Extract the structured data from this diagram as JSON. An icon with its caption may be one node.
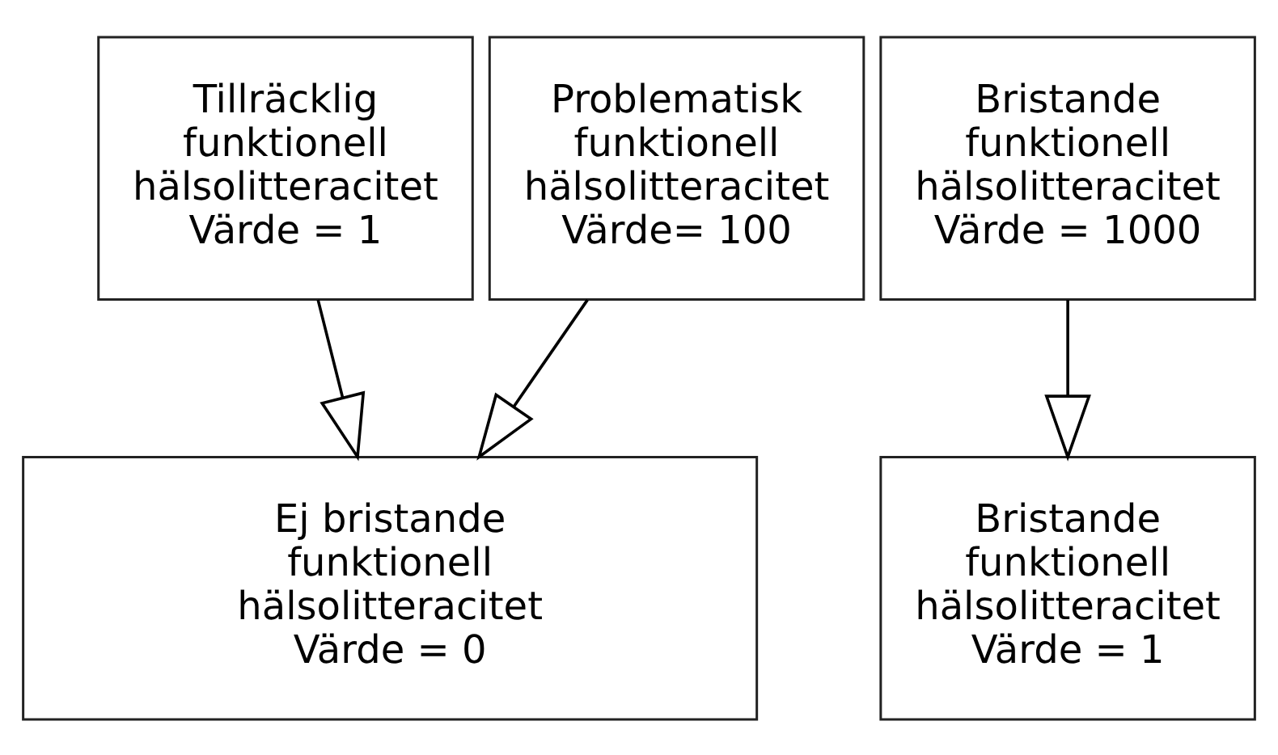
{
  "diagram": {
    "nodes": [
      {
        "text": [
          "Tillräcklig funktionell hälsolitteracitet",
          "Värde = 1"
        ]
      },
      {
        "text": [
          "Problematisk funktionell hälsolitteracitet",
          "Värde= 100"
        ]
      },
      {
        "text": [
          "Bristande funktionell hälsolitteracitet",
          "Värde = 1000"
        ]
      },
      {
        "text": [
          "Ej bristande funktionell hälsolitteracitet",
          "Värde = 0"
        ]
      },
      {
        "text": [
          "Bristande funktionell hälsolitteracitet",
          "Värde = 1"
        ]
      }
    ],
    "edges": [
      {
        "from": 0,
        "to": 3,
        "arrow": "to"
      },
      {
        "from": 1,
        "to": 3,
        "arrow": "to"
      },
      {
        "from": 2,
        "to": 4,
        "arrow": "to"
      }
    ]
  }
}
